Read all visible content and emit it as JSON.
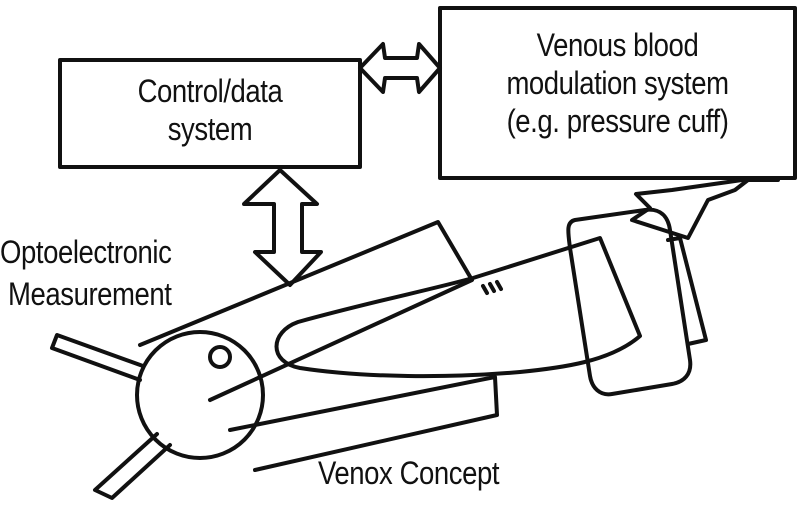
{
  "boxes": {
    "control": {
      "line1": "Control/data",
      "line2": "system"
    },
    "modulation": {
      "line1": "Venous blood",
      "line2": "modulation system",
      "line3": "(e.g. pressure cuff)"
    }
  },
  "labels": {
    "measurement_line1": "Optoelectronic",
    "measurement_line2": "Measurement",
    "caption": "Venox Concept"
  },
  "colors": {
    "stroke": "#111111",
    "background": "#ffffff"
  }
}
